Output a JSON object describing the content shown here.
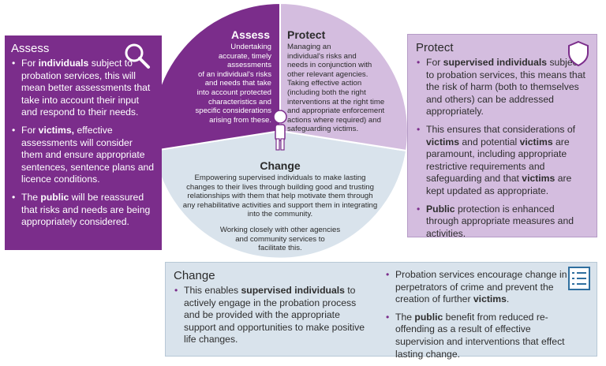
{
  "assess_box": {
    "title": "Assess",
    "items": [
      [
        "For ",
        "individuals",
        " subject to probation services, this will mean better assessments that take into account their input and respond to their needs."
      ],
      [
        "For ",
        "victims,",
        " effective assessments will consider them and ensure appropriate sentences, sentence plans and licence conditions."
      ],
      [
        "The ",
        "public",
        " will be reassured that risks and needs are being appropriately considered."
      ]
    ]
  },
  "protect_box": {
    "title": "Protect",
    "items": [
      [
        "For ",
        "supervised individuals",
        " subject to probation services, this means that the risk of harm (both to themselves and others) can be addressed appropriately."
      ],
      [
        "This ensures that considerations of ",
        "victims",
        " and potential ",
        "victims",
        " are paramount, including appropriate restrictive requirements and safeguarding and that ",
        "victims",
        " are kept updated as appropriate."
      ],
      [
        "",
        "Public",
        " protection is enhanced through appropriate measures and activities."
      ]
    ]
  },
  "change_box": {
    "title": "Change",
    "left_items": [
      [
        "This enables ",
        "supervised individuals",
        " to actively engage in the probation process and be provided with the appropriate support and opportunities to make positive life changes."
      ]
    ],
    "right_items": [
      [
        "Probation services encourage change in perpetrators of crime and prevent the creation of further ",
        "victims",
        "."
      ],
      [
        "The ",
        "public",
        " benefit from reduced re-offending as a result of effective supervision and interventions that effect lasting change."
      ]
    ]
  },
  "wheel": {
    "assess_title": "Assess",
    "assess_text": [
      "Undertaking",
      "accurate, timely",
      "assessments",
      "of an individual's risks",
      "and needs that take",
      "into account protected",
      "characteristics and",
      "specific considerations",
      "arising from these."
    ],
    "protect_title": "Protect",
    "protect_text": [
      "Managing an",
      "individual's risks and",
      "needs in conjunction with",
      "other relevant agencies.",
      "Taking effective action",
      "(including both the right",
      "interventions at the right time",
      "and appropriate enforcement",
      "actions where required) and",
      "safeguarding victims."
    ],
    "change_title": "Change",
    "change_text_1": [
      "Empowering supervised individuals to make lasting",
      "changes to their lives through building good and trusting",
      "relationships with them that help motivate them through",
      "any rehabilitative activities and support them in integrating",
      "into the community."
    ],
    "change_text_2": [
      "Working closely with other agencies",
      "and community services to",
      "facilitate this."
    ]
  },
  "colors": {
    "assess": "#7b2d8b",
    "protect": "#d4bddf",
    "change": "#d9e3ec",
    "accent_icon": "#2f6f9f"
  },
  "icons": {
    "assess": "magnifier-icon",
    "protect": "shield-icon",
    "change": "checklist-icon",
    "center": "person-icon"
  }
}
